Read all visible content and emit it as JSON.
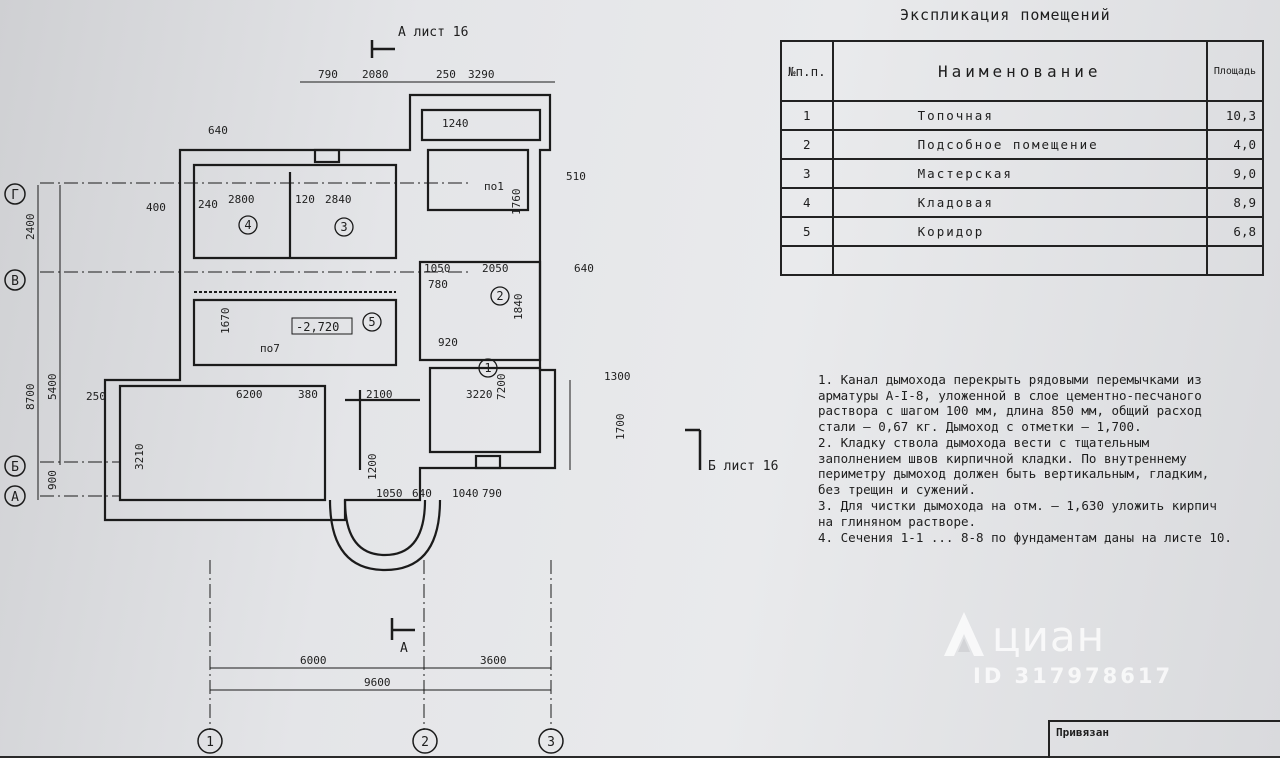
{
  "explication": {
    "title": "Экспликация помещений",
    "headers": {
      "num": "№п.п.",
      "name": "Наименование",
      "area": "Площадь"
    },
    "rows": [
      {
        "num": "1",
        "name": "Топочная",
        "area": "10,3"
      },
      {
        "num": "2",
        "name": "Подсобное помещение",
        "area": "4,0"
      },
      {
        "num": "3",
        "name": "Мастерская",
        "area": "9,0"
      },
      {
        "num": "4",
        "name": "Кладовая",
        "area": "8,9"
      },
      {
        "num": "5",
        "name": "Коридор",
        "area": "6,8"
      }
    ]
  },
  "notes": [
    "1. Канал дымохода перекрыть рядовыми перемычками из арматуры А-I-8, уложенной в слое цементно-песчаного раствора с шагом 100 мм, длина 850 мм, общий расход стали – 0,67 кг. Дымоход с отметки – 1,700.",
    "2. Кладку ствола дымохода вести с тщательным заполнением швов кирпичной кладки. По внутреннему периметру дымоход должен быть вертикальным, гладким, без трещин и сужений.",
    "3. Для чистки дымохода на отм. – 1,630 уложить кирпич на глиняном растворе.",
    "4. Сечения 1-1 ... 8-8 по фундаментам даны на листе 10."
  ],
  "plan": {
    "section_a_top": "А лист 16",
    "section_b_right": "Б лист 16",
    "section_a_bottom": "А",
    "elevation": "-2,720",
    "axes_rows": [
      "Г",
      "В",
      "Б",
      "А"
    ],
    "axes_cols": [
      "1",
      "2",
      "3"
    ],
    "room_markers": [
      "1",
      "2",
      "3",
      "4",
      "5"
    ],
    "dims_top": [
      "790",
      "2080",
      "250",
      "3290"
    ],
    "dims_bottom_parts": [
      "6000",
      "3600"
    ],
    "dims_bottom_total": "9600",
    "dims_left": [
      "2400",
      "5400",
      "8700",
      "900"
    ],
    "dims_misc": [
      "640",
      "400",
      "240",
      "2800",
      "120",
      "2840",
      "510",
      "1760",
      "1240",
      "1050",
      "2050",
      "640",
      "6200",
      "380",
      "2100",
      "3220",
      "1300",
      "1700",
      "3210",
      "1670",
      "1840",
      "7200",
      "1040",
      "790",
      "640",
      "1050",
      "1200",
      "250",
      "920",
      "780"
    ],
    "labels_po": [
      "по1",
      "по7"
    ]
  },
  "watermark": {
    "brand": "циан",
    "id": "ID 317978617"
  },
  "stamp": {
    "label": "Привязан"
  }
}
